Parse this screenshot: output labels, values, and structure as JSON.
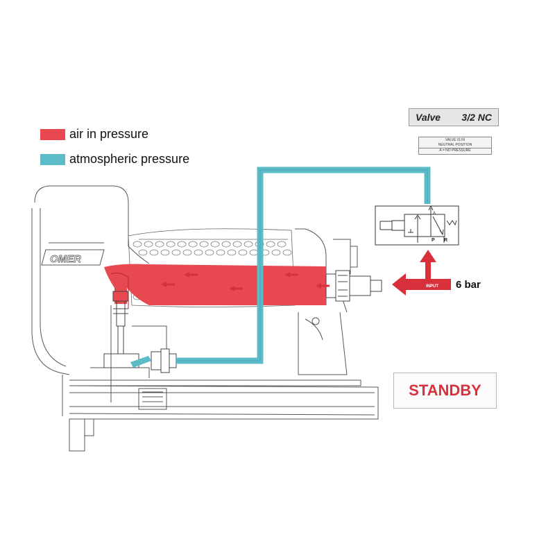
{
  "colors": {
    "air_in_pressure": "#e8484f",
    "atmospheric_pressure": "#5bbcc7",
    "line": "#333333",
    "status_text": "#d9313c"
  },
  "legend": {
    "items": [
      {
        "label": "air in pressure",
        "color": "#e8484f"
      },
      {
        "label": "atmospheric pressure",
        "color": "#5bbcc7"
      }
    ]
  },
  "valve": {
    "name": "Valve",
    "type": "3/2 NC",
    "note_line_1": "VALVE IS IN",
    "note_line_2": "NEUTRAL POSITION",
    "note_line_3": "A = NO PRESSURE",
    "port_a": "A",
    "port_p": "P",
    "port_r": "R"
  },
  "input": {
    "label": "INPUT",
    "pressure": "6 bar"
  },
  "tool": {
    "brand": "OMER"
  },
  "status": {
    "label": "STANDBY"
  },
  "icons": {
    "flow_arrow": "left-arrow-icon",
    "input_arrow": "l-shaped-arrow-icon",
    "spring": "spring-icon"
  }
}
